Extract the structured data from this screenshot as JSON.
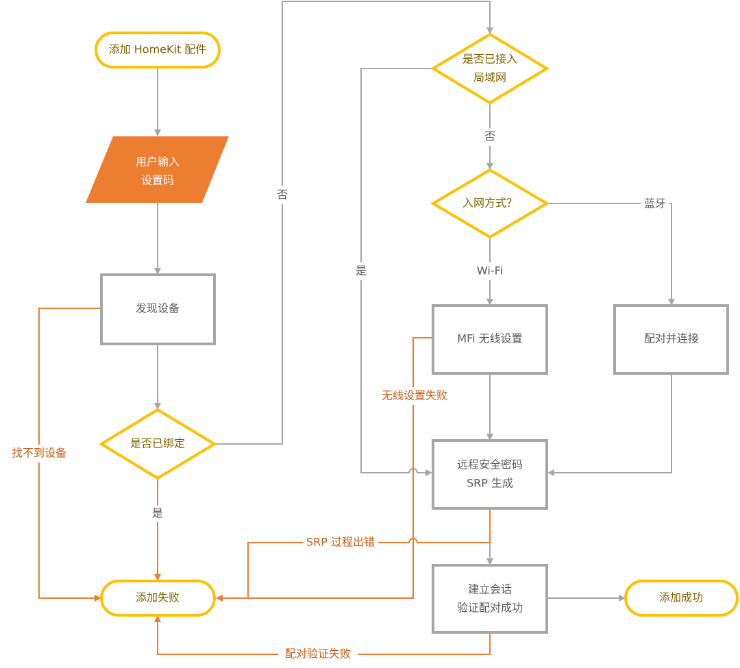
{
  "colors": {
    "terminal_border": "#ffc000",
    "terminal_text": "#7f6000",
    "input_fill": "#ed7d31",
    "process_border": "#a6a6a6",
    "flow_gray": "#a6a6a6",
    "flow_error": "#ed7d31",
    "error_label": "#c55a11"
  },
  "nodes": {
    "start": "添加 HomeKit 配件",
    "input": [
      "用户输入",
      "设置码"
    ],
    "discover": "发现设备",
    "bound": "是否已绑定",
    "lan": [
      "是否已接入",
      "局域网"
    ],
    "method": "入网方式？",
    "mfi": "MFi 无线设置",
    "pair": "配对并连接",
    "srp": [
      "远程安全密码",
      "SRP 生成"
    ],
    "session": [
      "建立会话",
      "验证配对成功"
    ],
    "fail": "添加失败",
    "success": "添加成功"
  },
  "edges": {
    "bound_no": "否",
    "bound_yes": "是",
    "lan_yes": "是",
    "lan_no": "否",
    "method_bt": "蓝牙",
    "method_wifi": "Wi-Fi",
    "not_found": "找不到设备",
    "wifi_fail": "无线设置失败",
    "srp_error": "SRP 过程出错",
    "verify_fail": "配对验证失败"
  }
}
